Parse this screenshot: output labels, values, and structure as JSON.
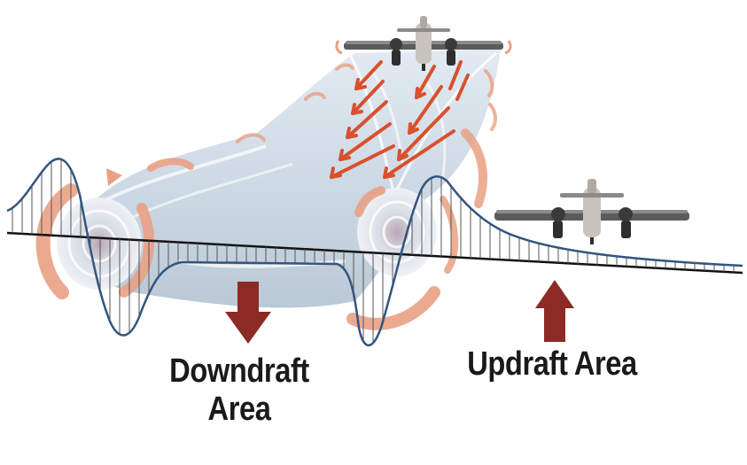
{
  "labels": {
    "downdraft_line1": "Downdraft",
    "downdraft_line2": "Area",
    "updraft": "Updraft Area"
  },
  "icons": [
    "airplane-icon",
    "vortex-icon",
    "arrow-down-icon",
    "arrow-up-icon"
  ],
  "colors": {
    "curve": "#33557f",
    "baseline": "#111111",
    "swirl": "#e9a184",
    "airflow": "#d8502e",
    "big_arrow": "#8c2b26",
    "wake": "#c9d7e4",
    "text": "#1a1a1a"
  }
}
